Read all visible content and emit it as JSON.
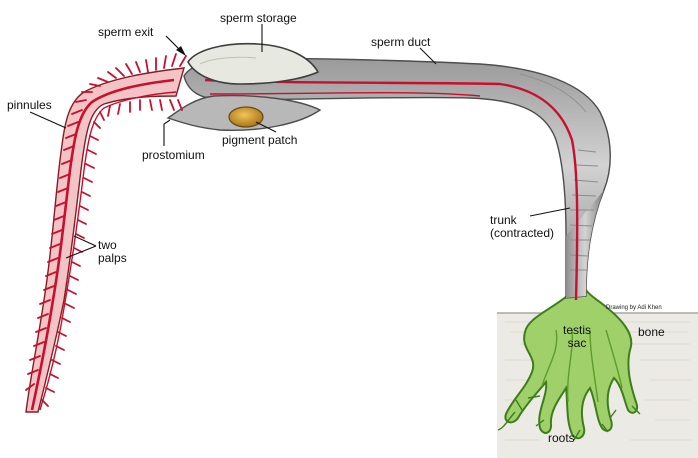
{
  "labels": {
    "sperm_exit": "sperm exit",
    "sperm_storage": "sperm storage",
    "sperm_duct": "sperm duct",
    "pinnules": "pinnules",
    "pigment_patch": "pigment patch",
    "prostomium": "prostomium",
    "two_palps": [
      "two",
      "palps"
    ],
    "trunk": [
      "trunk",
      "(contracted)"
    ],
    "testis_sac": [
      "testis",
      "sac"
    ],
    "bone": "bone",
    "roots": "roots"
  },
  "credit": "Drawing by Adi Khen",
  "colors": {
    "body": "#bdbdbd",
    "body_dark": "#6e6e6e",
    "vessel": "#c8102e",
    "palp_fill": "#f3c4c6",
    "green": "#7fc241",
    "green_dark": "#3e7d1c",
    "bone": "#eceae4",
    "sperm_storage": "#e7e8e0",
    "pigment": "#c99a2a"
  }
}
